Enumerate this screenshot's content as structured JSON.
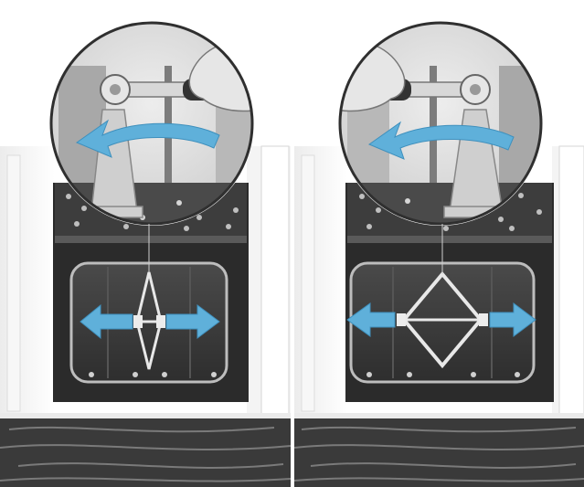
{
  "figure": {
    "panels": [
      {
        "id": "left",
        "stage": "jack-collapsed",
        "rotation": "counter-clockwise",
        "spread": "narrow"
      },
      {
        "id": "right",
        "stage": "jack-expanded",
        "rotation": "counter-clockwise",
        "spread": "wide"
      }
    ],
    "icons": {
      "rotation_arrow": "curved-arrow-icon",
      "push_arrow": "arrow-icon",
      "ratchet": "ratchet-wrench-icon",
      "hand": "hand-icon",
      "jack": "scissor-jack-icon",
      "bolt": "bolt-icon"
    },
    "colors": {
      "arrow": "#5fb0da",
      "arrow_dark": "#3f90bd",
      "dark_panel": "#3a3a3a",
      "frame": "#f2f2f2",
      "floor": "#333333",
      "circle_bg": "#d9d9d9"
    }
  }
}
